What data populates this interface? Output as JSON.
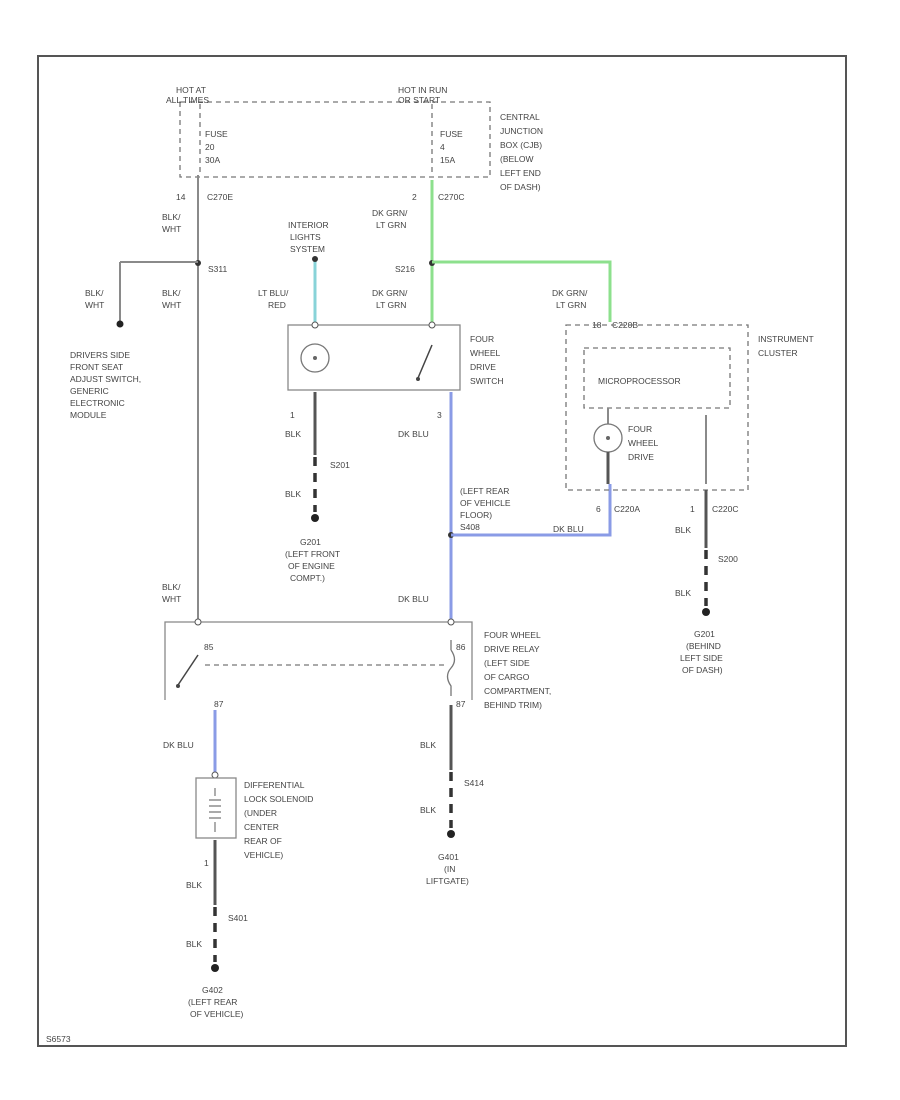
{
  "labels": {
    "hot_at_all_times": [
      "HOT AT",
      "ALL TIMES"
    ],
    "hot_in_run_or_start": [
      "HOT IN RUN",
      "OR START"
    ],
    "fuse_left": [
      "FUSE",
      "20",
      "30A"
    ],
    "fuse_right": [
      "FUSE",
      "4",
      "15A"
    ],
    "central_junction_box": [
      "CENTRAL",
      "JUNCTION",
      "BOX (CJB)",
      "(BELOW",
      "LEFT END",
      "OF DASH)"
    ],
    "conn_c270e": [
      "14",
      "C270E"
    ],
    "conn_c270c": [
      "2",
      "C270C"
    ],
    "wire_blk_wht_1": [
      "BLK/",
      "WHT"
    ],
    "wire_blk_wht_2": [
      "BLK/",
      "WHT"
    ],
    "wire_blk_wht_3": [
      "BLK/",
      "WHT"
    ],
    "wire_blk_wht_4": [
      "BLK/",
      "WHT"
    ],
    "splice_s311": "S311",
    "drivers_module": [
      "DRIVERS SIDE",
      "FRONT SEAT",
      "ADJUST SWITCH,",
      "GENERIC",
      "ELECTRONIC",
      "MODULE"
    ],
    "interior_lights": [
      "INTERIOR",
      "LIGHTS",
      "SYSTEM"
    ],
    "wire_lt_blu_red": [
      "LT BLU/",
      "RED"
    ],
    "wire_dk_grn_1": [
      "DK GRN/",
      "LT GRN"
    ],
    "splice_s216": "S216",
    "wire_dk_grn_2": [
      "DK GRN/",
      "LT GRN"
    ],
    "wire_dk_grn_3": [
      "DK GRN/",
      "LT GRN"
    ],
    "conn_c220b": [
      "18",
      "C220B"
    ],
    "four_wheel_drive_switch": [
      "FOUR",
      "WHEEL",
      "DRIVE",
      "SWITCH"
    ],
    "instrument_cluster": [
      "INSTRUMENT",
      "CLUSTER"
    ],
    "microprocessor": "MICROPROCESSOR",
    "four_wheel_drive_lamp": [
      "FOUR",
      "WHEEL",
      "DRIVE"
    ],
    "pin_1": "1",
    "pin_3": "3",
    "wire_blk_1": "BLK",
    "wire_dk_blu_1": "DK BLU",
    "splice_s201": "S201",
    "wire_blk_2": "BLK",
    "ground_g201": [
      "G201",
      "(LEFT FRONT",
      "OF ENGINE",
      "COMPT.)"
    ],
    "left_rear_floor": [
      "(LEFT REAR",
      "OF VEHICLE",
      "FLOOR)",
      "S408"
    ],
    "conn_c220a": [
      "6",
      "C220A"
    ],
    "wire_dk_blu_2": "DK BLU",
    "conn_c220c": [
      "1",
      "C220C"
    ],
    "wire_blk_3": "BLK",
    "splice_s200": "S200",
    "wire_blk_4": "BLK",
    "ground_g201_dash": [
      "G201",
      "(BEHIND",
      "LEFT SIDE",
      "OF DASH)"
    ],
    "wire_dk_blu_3": "DK BLU",
    "relay_pin_85": "85",
    "relay_pin_86": "86",
    "relay_pin_87": "87",
    "relay_pin_87b": "87",
    "four_wheel_drive_relay": [
      "FOUR WHEEL",
      "DRIVE RELAY",
      "(LEFT SIDE",
      "OF CARGO",
      "COMPARTMENT,",
      "BEHIND TRIM)"
    ],
    "wire_dk_blu_4": "DK BLU",
    "wire_blk_5": "BLK",
    "splice_s414": "S414",
    "wire_blk_6": "BLK",
    "ground_g401": [
      "G401",
      "(IN",
      "LIFTGATE)"
    ],
    "differential_lock": [
      "DIFFERENTIAL",
      "LOCK SOLENOID",
      "(UNDER",
      "CENTER",
      "REAR OF",
      "VEHICLE)"
    ],
    "pin_1b": "1",
    "wire_blk_7": "BLK",
    "splice_s401": "S401",
    "wire_blk_8": "BLK",
    "ground_g402": [
      "G402",
      "(LEFT REAR",
      "OF VEHICLE)"
    ],
    "footer_code": "S6573"
  },
  "colors": {
    "dk_grn_lt_grn": "#8de08d",
    "dk_blu": "#8a9be6",
    "lt_blu_red": "#88d3d8",
    "wire": "#8a8a8a"
  }
}
